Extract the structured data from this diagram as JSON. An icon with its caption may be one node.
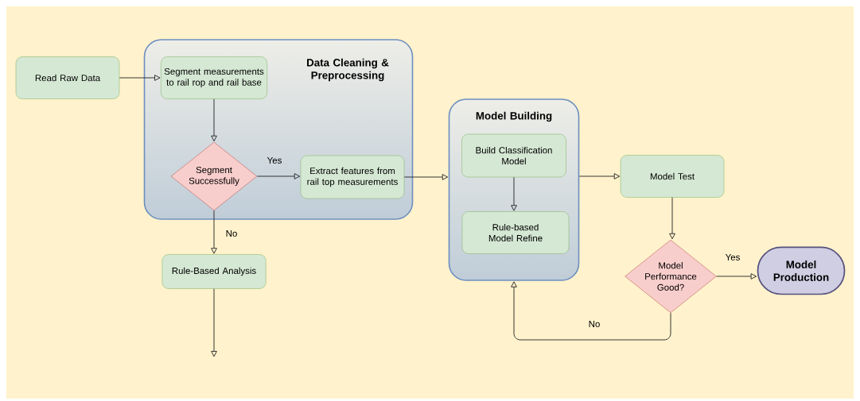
{
  "diagram": {
    "nodes": [
      {
        "text": [
          "Read Raw Data"
        ]
      },
      {
        "text": [
          "Data Cleaning & Preprocessing"
        ]
      },
      {
        "text": [
          "Segment measurements to rail rop and rail base"
        ],
        "in": 1
      },
      {
        "text": [
          "Segment Successfully"
        ],
        "in": 1
      },
      {
        "text": [
          "Extract features from rail top measurements"
        ],
        "in": 1
      },
      {
        "text": [
          "Rule-Based Analysis"
        ]
      },
      {
        "text": [
          "Model Building"
        ]
      },
      {
        "text": [
          "Build Classification Model"
        ],
        "in": 6
      },
      {
        "text": [
          "Rule-based Model Refine"
        ],
        "in": 6
      },
      {
        "text": [
          "Model Test"
        ]
      },
      {
        "text": [
          "Model Performance Good?"
        ]
      },
      {
        "text": [
          "Model Production"
        ]
      }
    ],
    "edges": [
      {
        "from": 0,
        "to": 2,
        "arrow": "to"
      },
      {
        "from": 2,
        "to": 3,
        "arrow": "to"
      },
      {
        "from": 3,
        "to": 4,
        "arrow": "to",
        "label": "Yes"
      },
      {
        "from": 3,
        "to": 5,
        "arrow": "to",
        "label": "No"
      },
      {
        "from": 5,
        "to": null,
        "arrow": "to"
      },
      {
        "from": 4,
        "to": 6,
        "arrow": "to"
      },
      {
        "from": 7,
        "to": 8,
        "arrow": "to"
      },
      {
        "from": 6,
        "to": 9,
        "arrow": "to"
      },
      {
        "from": 9,
        "to": 10,
        "arrow": "to"
      },
      {
        "from": 10,
        "to": 11,
        "arrow": "to",
        "label": "Yes"
      },
      {
        "from": 10,
        "to": 6,
        "arrow": "to",
        "label": "No"
      }
    ]
  }
}
